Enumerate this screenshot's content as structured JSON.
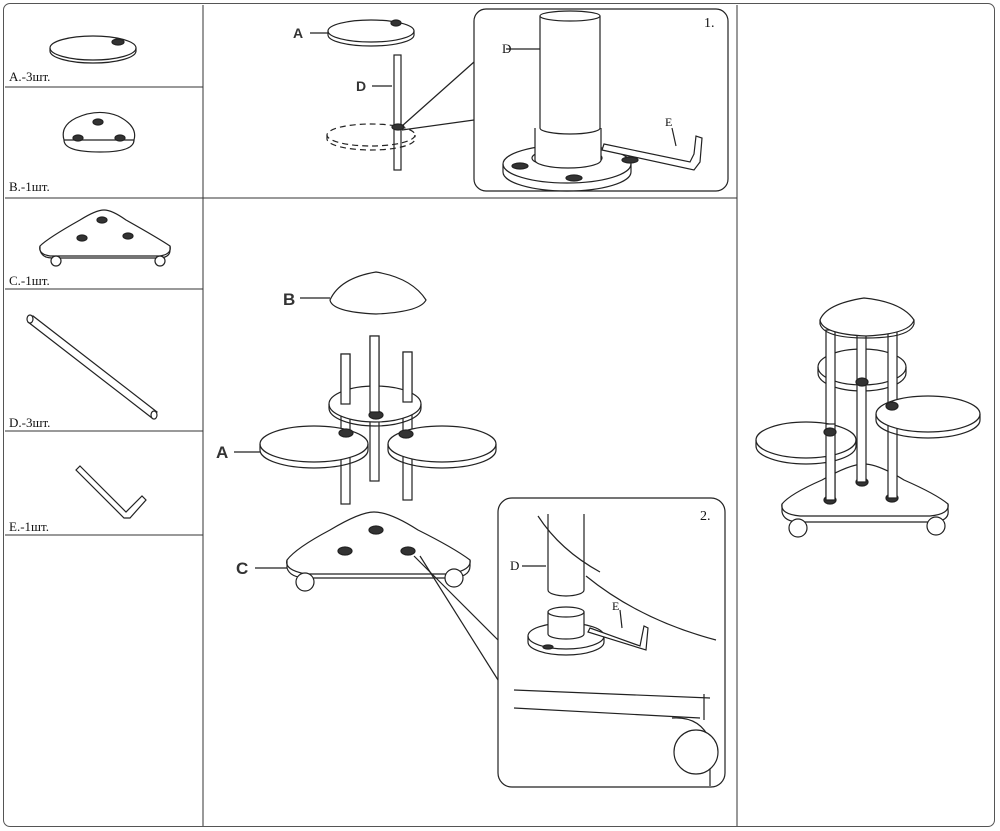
{
  "parts": [
    {
      "id": "A",
      "label": "A.-3шт.",
      "icon": "round-shelf-icon"
    },
    {
      "id": "B",
      "label": "B.-1шт.",
      "icon": "top-shelf-icon"
    },
    {
      "id": "C",
      "label": "C.-1шт.",
      "icon": "triangular-base-icon"
    },
    {
      "id": "D",
      "label": "D.-3шт.",
      "icon": "rod-icon"
    },
    {
      "id": "E",
      "label": "E.-1шт.",
      "icon": "hex-key-icon"
    }
  ],
  "step1": {
    "number": "1.",
    "labels": {
      "shelf": "A",
      "rod": "D",
      "detail_rod": "D",
      "detail_key": "E"
    }
  },
  "assembly": {
    "labels": {
      "top": "B",
      "shelf": "A",
      "base": "C"
    }
  },
  "step2": {
    "number": "2.",
    "labels": {
      "rod": "D",
      "key": "E"
    }
  },
  "colors": {
    "line": "#222222",
    "frame": "#555555",
    "fill": "#ffffff",
    "shade": "#e6e6e6"
  }
}
